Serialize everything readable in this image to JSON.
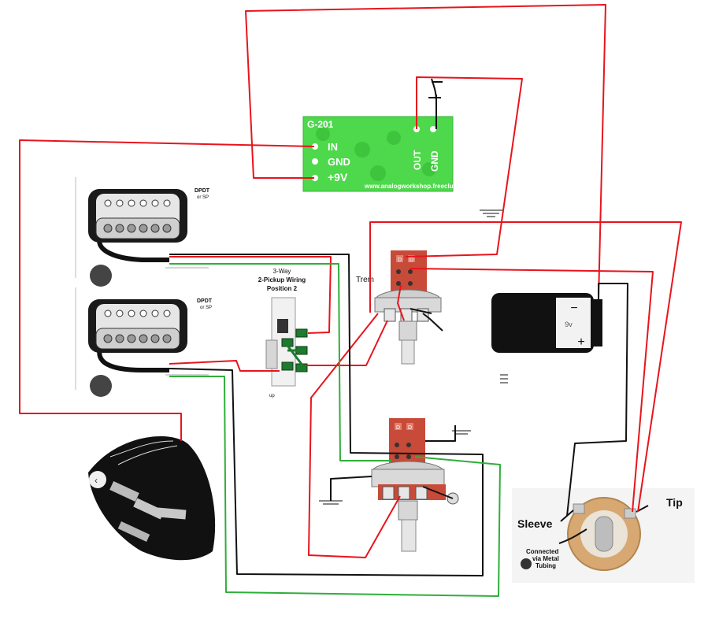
{
  "board": {
    "model": "G-201",
    "pin_in": "IN",
    "pin_gnd": "GND",
    "pin_9v": "+9V",
    "pin_out": "OUT",
    "pin_out_gnd": "GND",
    "url": "www.analogworkshop.freeclusters"
  },
  "pickups": {
    "neck_label_top": "DPDT",
    "neck_label_bottom": "or SP",
    "bridge_label_top": "DPDT",
    "bridge_label_bottom": "or SP"
  },
  "switch": {
    "title_line1": "3-Way",
    "title_line2": "2-Pickup Wiring",
    "title_line3": "Position 2",
    "foot_label": "up"
  },
  "pots": {
    "trem_label": "Trem",
    "lug_label": "D"
  },
  "battery": {
    "voltage": "9v",
    "minus": "−",
    "plus": "+"
  },
  "jack": {
    "sleeve": "Sleeve",
    "tip": "Tip",
    "note_line1": "Connected",
    "note_line2": "via Metal",
    "note_line3": "Tubing"
  },
  "colors": {
    "red_wire": "#e8141c",
    "black_wire": "#111111",
    "green_wire": "#2fae3a",
    "pcb_green": "#49d64a",
    "pot_body": "#c94a38",
    "jack_ring": "#d9a877"
  }
}
